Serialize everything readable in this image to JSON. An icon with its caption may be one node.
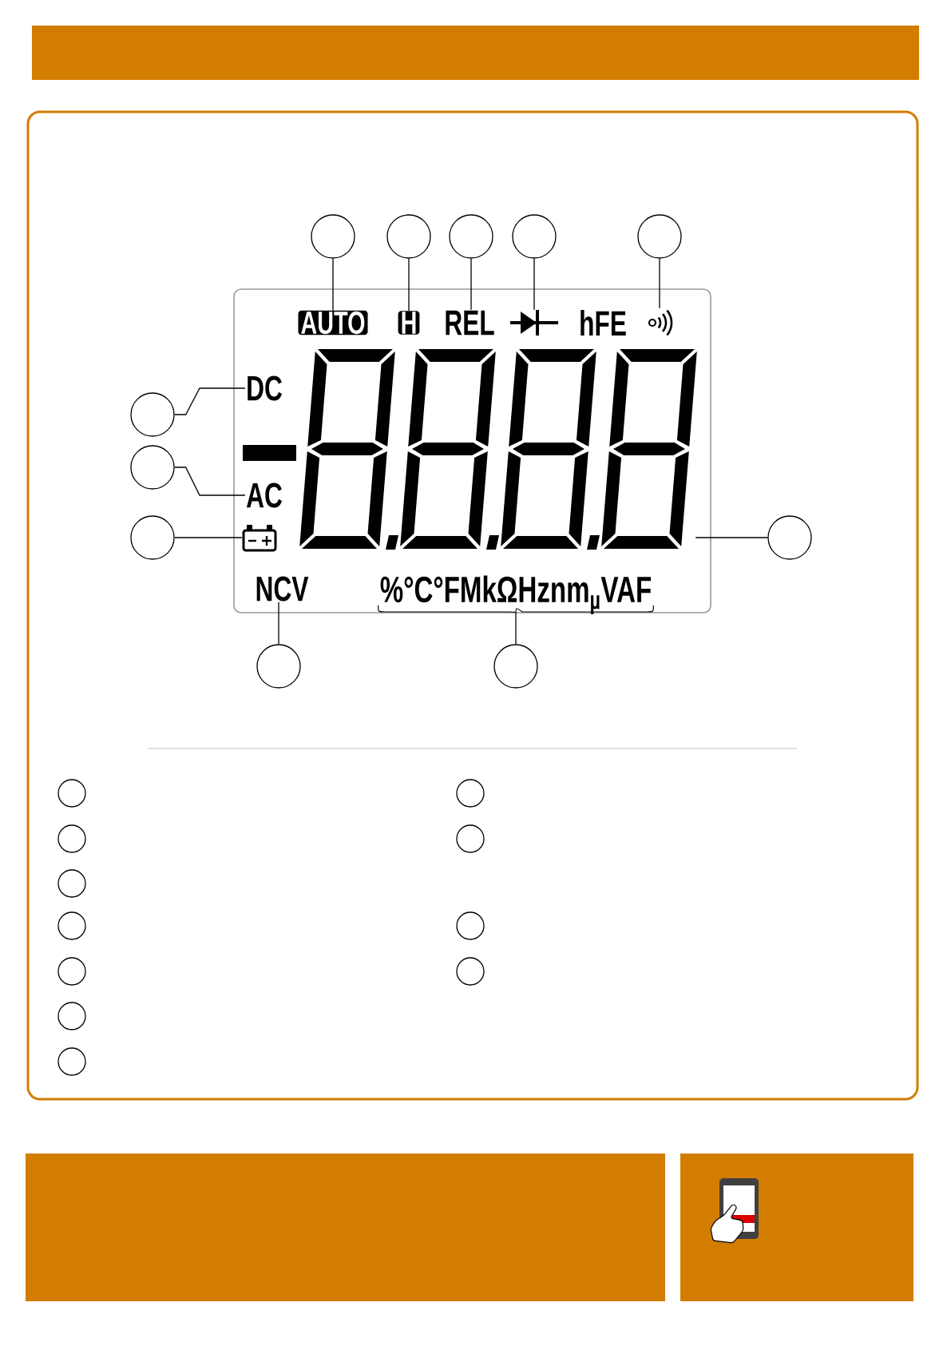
{
  "diagram": {
    "nodes": [
      {
        "text": [
          "hFE"
        ]
      },
      {
        "text": [],
        "shape": "circle"
      },
      {
        "text": [],
        "shape": "circle"
      },
      {
        "text": [],
        "shape": "circle"
      },
      {
        "text": [],
        "shape": "circle"
      },
      {
        "text": [],
        "shape": "circle"
      },
      {
        "text": [
          "AUTO"
        ],
        "in": 0
      },
      {
        "text": [
          "H"
        ],
        "in": 0
      },
      {
        "text": [
          "REL"
        ],
        "in": 0
      },
      {
        "text": [],
        "shape": "diode",
        "in": 0
      },
      {
        "text": [],
        "shape": "sound",
        "in": 0
      },
      {
        "text": [],
        "shape": "circle"
      },
      {
        "text": [
          "DC"
        ],
        "in": 0
      },
      {
        "text": [],
        "shape": "circle"
      },
      {
        "text": [
          "AC"
        ],
        "in": 0
      },
      {
        "text": [],
        "shape": "circle"
      },
      {
        "text": [],
        "shape": "battery",
        "in": 0
      },
      {
        "text": [],
        "shape": "picture",
        "in": 0
      },
      {
        "text": [],
        "shape": "circle"
      },
      {
        "text": [
          "NCV"
        ],
        "in": 0
      },
      {
        "text": [
          "%°C°FMkΩHznm$_{µ}$VAF"
        ],
        "in": 0
      },
      {
        "text": [],
        "shape": "circle"
      },
      {
        "text": [],
        "shape": "circle"
      },
      {
        "text": [],
        "shape": "circle"
      },
      {
        "text": [],
        "shape": "circle"
      },
      {
        "text": [],
        "shape": "circle"
      },
      {
        "text": [],
        "shape": "circle"
      },
      {
        "text": [],
        "shape": "circle"
      },
      {
        "text": [],
        "shape": "circle"
      },
      {
        "text": [],
        "shape": "circle"
      },
      {
        "text": [],
        "shape": "circle"
      },
      {
        "text": [],
        "shape": "circle"
      },
      {
        "text": [],
        "shape": "circle"
      },
      {
        "text": [],
        "shape": "circle"
      }
    ],
    "edges": [
      {
        "from": 1,
        "to": 6,
        "arrow": "none"
      },
      {
        "from": 2,
        "to": 7,
        "arrow": "none"
      },
      {
        "from": 3,
        "to": 8,
        "arrow": "none"
      },
      {
        "from": 4,
        "to": 9,
        "arrow": "none"
      },
      {
        "from": 5,
        "to": 10,
        "arrow": "none"
      },
      {
        "from": 11,
        "to": 12,
        "arrow": "none"
      },
      {
        "from": 13,
        "to": 14,
        "arrow": "none"
      },
      {
        "from": 15,
        "to": 16,
        "arrow": "none"
      },
      {
        "from": 18,
        "to": 17,
        "arrow": "none"
      },
      {
        "from": 21,
        "to": 19,
        "arrow": "none"
      },
      {
        "from": 22,
        "to": 20,
        "arrow": "none"
      }
    ]
  }
}
